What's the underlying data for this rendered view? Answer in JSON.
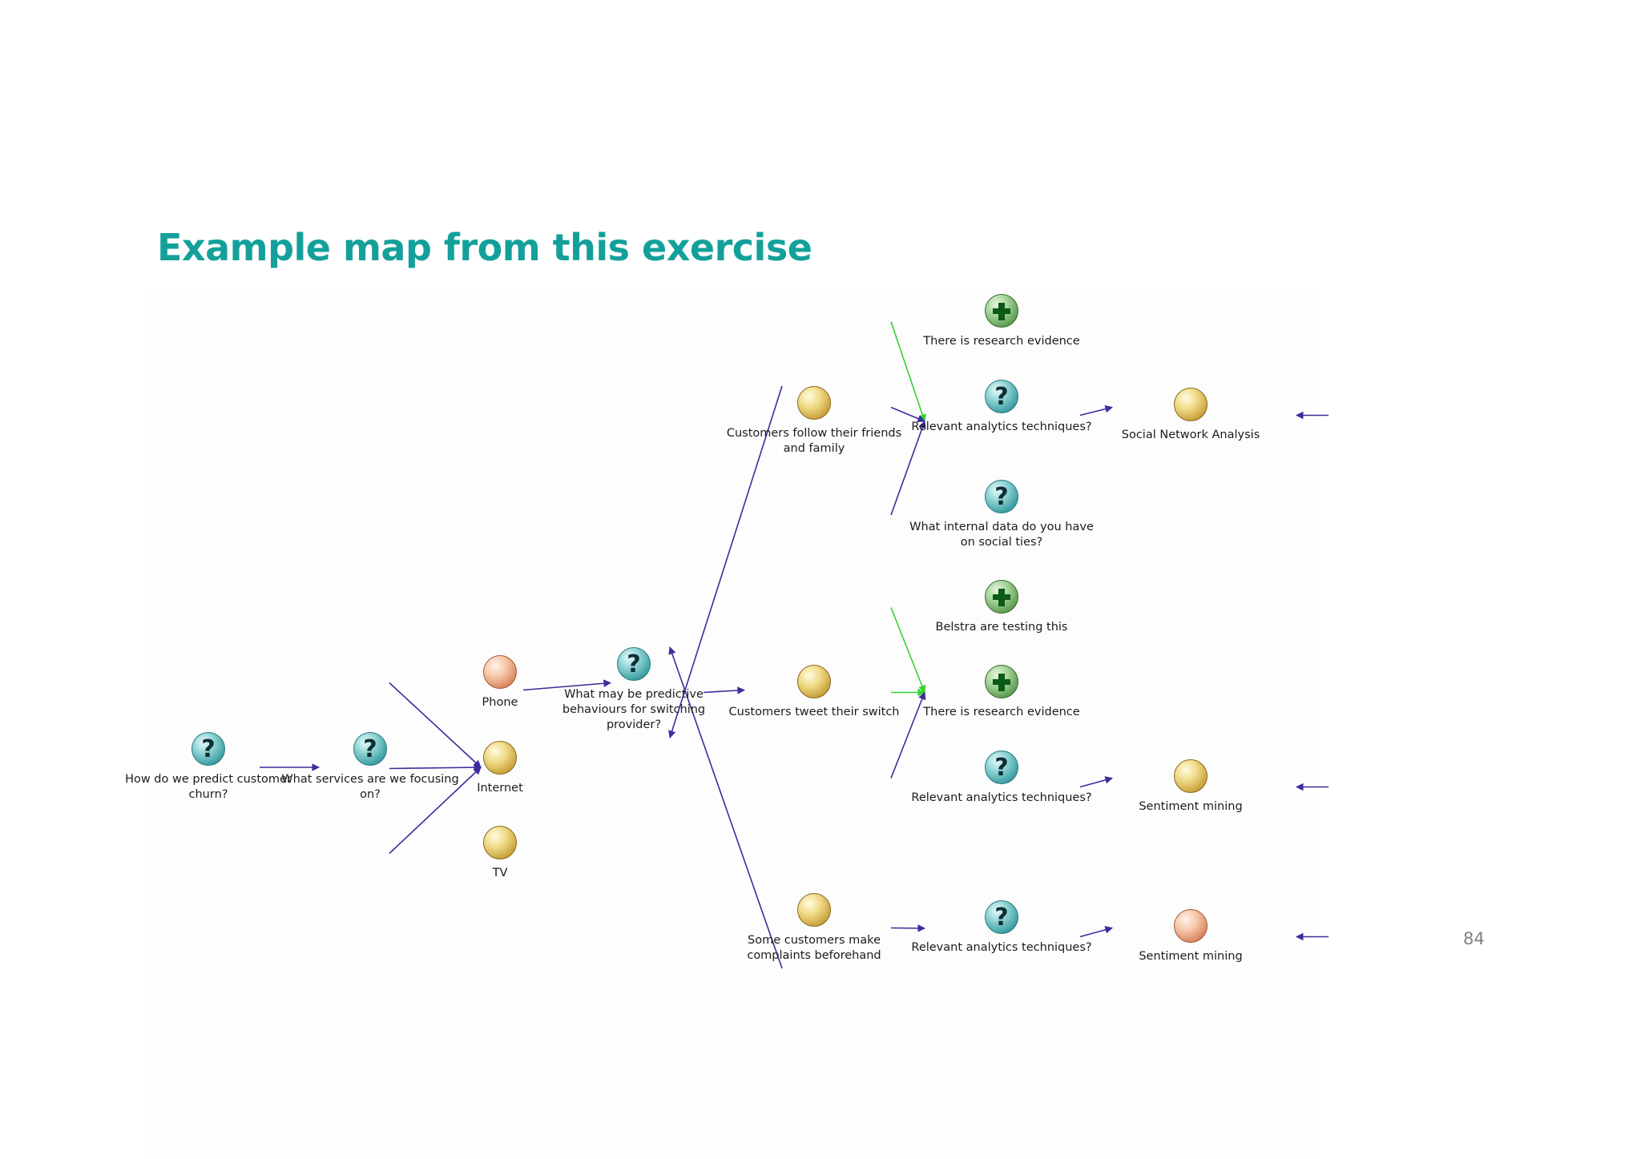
{
  "slide": {
    "title": "Example map from this exercise",
    "page_number": "84"
  },
  "map": {
    "nodes": {
      "q_churn": {
        "type": "question",
        "label": "How do we predict customer churn?"
      },
      "q_services": {
        "type": "question",
        "label": "What services are we focusing on?"
      },
      "i_phone": {
        "type": "deal",
        "label": "Phone"
      },
      "i_internet": {
        "type": "idea",
        "label": "Internet"
      },
      "i_tv": {
        "type": "idea",
        "label": "TV"
      },
      "q_behaviours": {
        "type": "question",
        "label": "What may be predictive behaviours for switching provider?"
      },
      "i_follow": {
        "type": "idea",
        "label": "Customers follow their friends and family"
      },
      "i_tweet": {
        "type": "idea",
        "label": "Customers tweet their switch"
      },
      "i_complaints": {
        "type": "idea",
        "label": "Some customers make complaints beforehand"
      },
      "p_research1": {
        "type": "pro",
        "label": "There is research evidence"
      },
      "q_analytics1": {
        "type": "question",
        "label": "Relevant analytics techniques?"
      },
      "q_internal": {
        "type": "question",
        "label": "What internal data do you have on social ties?"
      },
      "i_sna": {
        "type": "idea",
        "label": "Social Network Analysis"
      },
      "p_belstra": {
        "type": "pro",
        "label": "Belstra are testing this"
      },
      "p_research2": {
        "type": "pro",
        "label": "There is research evidence"
      },
      "q_analytics2": {
        "type": "question",
        "label": "Relevant analytics techniques?"
      },
      "i_sentiment1": {
        "type": "idea",
        "label": "Sentiment mining"
      },
      "q_analytics3": {
        "type": "question",
        "label": "Relevant analytics techniques?"
      },
      "i_sentiment2": {
        "type": "deal",
        "label": "Sentiment mining"
      }
    },
    "edges": [
      {
        "from": "q_services",
        "to": "q_churn",
        "color": "#3a2d9c"
      },
      {
        "from": "i_phone",
        "to": "q_services",
        "color": "#3a2d9c"
      },
      {
        "from": "i_internet",
        "to": "q_services",
        "color": "#3a2d9c"
      },
      {
        "from": "i_tv",
        "to": "q_services",
        "color": "#3a2d9c"
      },
      {
        "from": "q_behaviours",
        "to": "i_phone",
        "color": "#3a2d9c"
      },
      {
        "from": "i_follow",
        "to": "q_behaviours",
        "color": "#3a2d9c"
      },
      {
        "from": "i_tweet",
        "to": "q_behaviours",
        "color": "#3a2d9c"
      },
      {
        "from": "i_complaints",
        "to": "q_behaviours",
        "color": "#3a2d9c"
      },
      {
        "from": "p_research1",
        "to": "i_follow",
        "color": "#35d12f"
      },
      {
        "from": "q_analytics1",
        "to": "i_follow",
        "color": "#3a2d9c"
      },
      {
        "from": "q_internal",
        "to": "i_follow",
        "color": "#3a2d9c"
      },
      {
        "from": "i_sna",
        "to": "q_analytics1",
        "color": "#3a2d9c"
      },
      {
        "from": "p_belstra",
        "to": "i_tweet",
        "color": "#35d12f"
      },
      {
        "from": "p_research2",
        "to": "i_tweet",
        "color": "#35d12f"
      },
      {
        "from": "q_analytics2",
        "to": "i_tweet",
        "color": "#3a2d9c"
      },
      {
        "from": "i_sentiment1",
        "to": "q_analytics2",
        "color": "#3a2d9c"
      },
      {
        "from": "q_analytics3",
        "to": "i_complaints",
        "color": "#3a2d9c"
      },
      {
        "from": "i_sentiment2",
        "to": "q_analytics3",
        "color": "#3a2d9c"
      }
    ],
    "stub_arrows_into": [
      {
        "to": "i_sna",
        "color": "#3a2d9c"
      },
      {
        "to": "i_sentiment1",
        "color": "#3a2d9c"
      },
      {
        "to": "i_sentiment2",
        "color": "#3a2d9c"
      }
    ]
  },
  "colors": {
    "title": "#14a09a",
    "argument_link": "#3a2d9c",
    "supporting_link": "#35d12f",
    "page_number": "#808080"
  }
}
